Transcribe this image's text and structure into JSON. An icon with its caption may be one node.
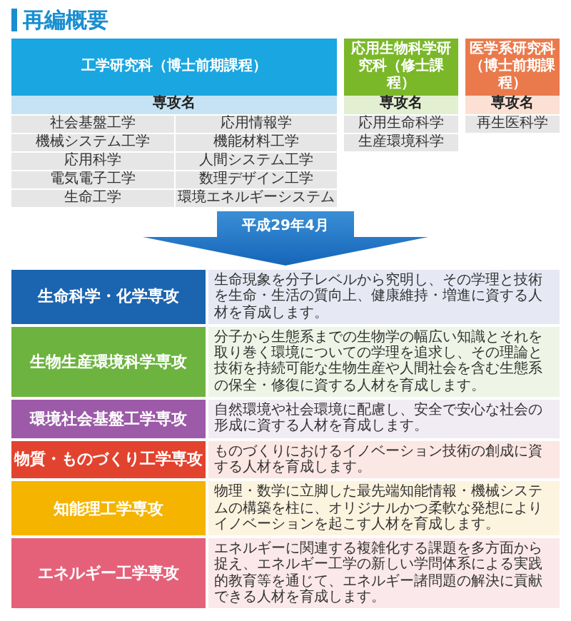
{
  "diagram": {
    "title": "再編概要",
    "nodes": [
      {
        "text": [
          "工学研究科（博士前期課程）",
          "専攻名"
        ]
      },
      {
        "text": [
          "応用生物科学研究科（修士課程）",
          "専攻名"
        ]
      },
      {
        "text": [
          "医学系研究科（博士前期課程）",
          "専攻名"
        ]
      },
      {
        "text": [
          "平成29年4月"
        ]
      },
      {
        "text": [
          "生命科学・化学専攻",
          "生命現象を分子レベルから究明し、その学理と技術を生命・生活の質向上、健康維持・増進に資する人材を育成します。"
        ]
      },
      {
        "text": [
          "生物生産環境科学専攻",
          "分子から生態系までの生物学の幅広い知識とそれを取り巻く環境についての学理を追求し、その理論と技術を持続可能な生物生産や人間社会を含む生態系の保全・修復に資する人材を育成します。"
        ]
      },
      {
        "text": [
          "環境社会基盤工学専攻",
          "自然環境や社会環境に配慮し、安全で安心な社会の形成に資する人材を育成します。"
        ]
      },
      {
        "text": [
          "物質・ものづくり工学専攻",
          "ものづくりにおけるイノベーション技術の創成に資する人材を育成します。"
        ]
      },
      {
        "text": [
          "知能理工学専攻",
          "物理・数学に立脚した最先端知能情報・機械システムの構築を柱に、オリジナルかつ柔軟な発想によりイノベーションを起こす人材を育成します。"
        ]
      },
      {
        "text": [
          "エネルギー工学専攻",
          "エネルギーに関連する複雑化する課題を多方面から捉え、エネルギー工学の新しい学問体系による実践的教育等を通じて、エネルギー諸問題の解決に貢献できる人材を育成します。"
        ]
      }
    ],
    "labels": [
      "社会基盤工学",
      "応用情報学",
      "機械システム工学",
      "機能材料工学",
      "応用科学",
      "人間システム工学",
      "電気電子工学",
      "数理デザイン工学",
      "生命工学",
      "環境エネルギーシステム",
      "応用生命科学",
      "生産環境科学",
      "再生医科学"
    ]
  }
}
